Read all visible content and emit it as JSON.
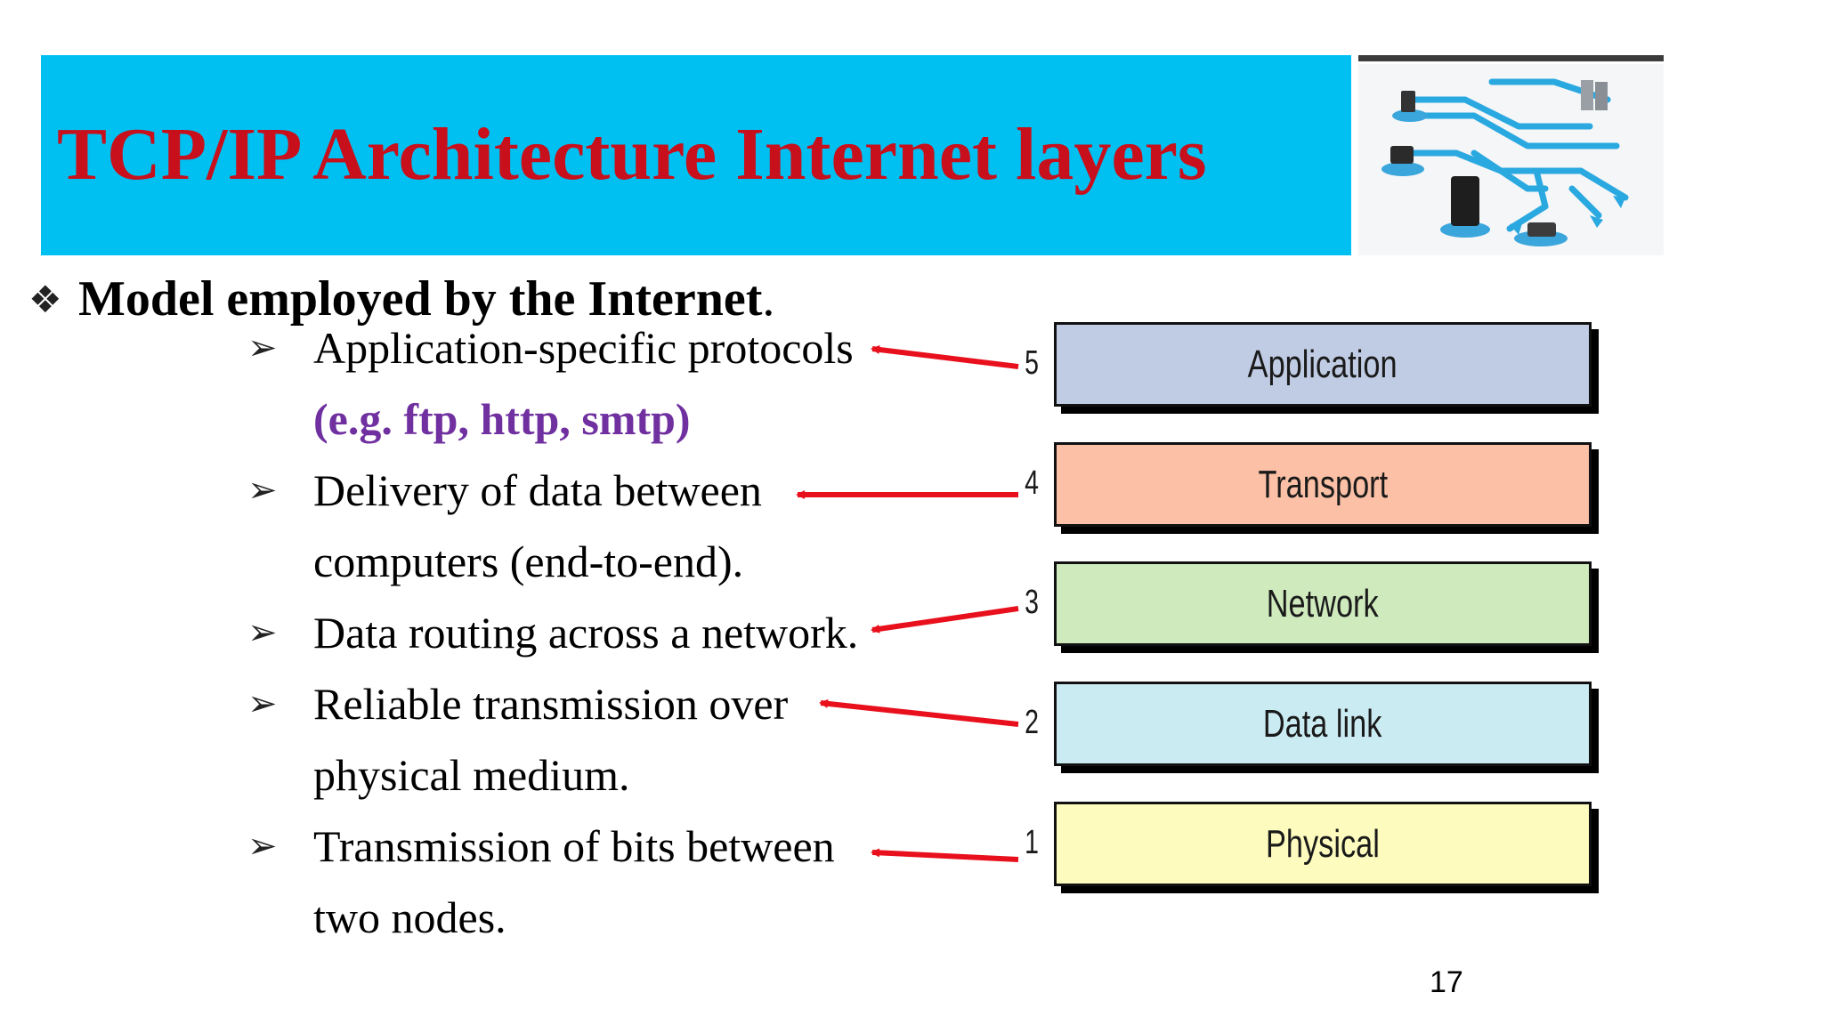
{
  "slide": {
    "title": "TCP/IP Architecture Internet layers",
    "lead_bullet": "❖",
    "lead_text": "Model employed by the Internet",
    "lead_period": ".",
    "slide_number": "17",
    "colors": {
      "title_band": "#00c0f2",
      "title_text": "#c8101c",
      "accent_purple": "#7030a0",
      "arrow_red": "#e8101c"
    }
  },
  "bullets": [
    {
      "marker": "➢",
      "lines": [
        "Application-specific protocols"
      ],
      "sub": "(e.g. ftp, http, smtp)"
    },
    {
      "marker": "➢",
      "lines": [
        "Delivery of data between",
        "computers (end-to-end)."
      ]
    },
    {
      "marker": "➢",
      "lines": [
        "Data routing across a network."
      ]
    },
    {
      "marker": "➢",
      "lines": [
        "Reliable transmission over",
        "physical medium."
      ]
    },
    {
      "marker": "➢",
      "lines": [
        "Transmission of bits between",
        "two nodes."
      ]
    }
  ],
  "layers": [
    {
      "number": "5",
      "name": "Application",
      "color": "#c0cce4"
    },
    {
      "number": "4",
      "name": "Transport",
      "color": "#fbc0a5"
    },
    {
      "number": "3",
      "name": "Network",
      "color": "#cfeabd"
    },
    {
      "number": "2",
      "name": "Data link",
      "color": "#cbebf3"
    },
    {
      "number": "1",
      "name": "Physical",
      "color": "#fdfbbd"
    }
  ],
  "image": {
    "icon": "network-topology-icon"
  }
}
